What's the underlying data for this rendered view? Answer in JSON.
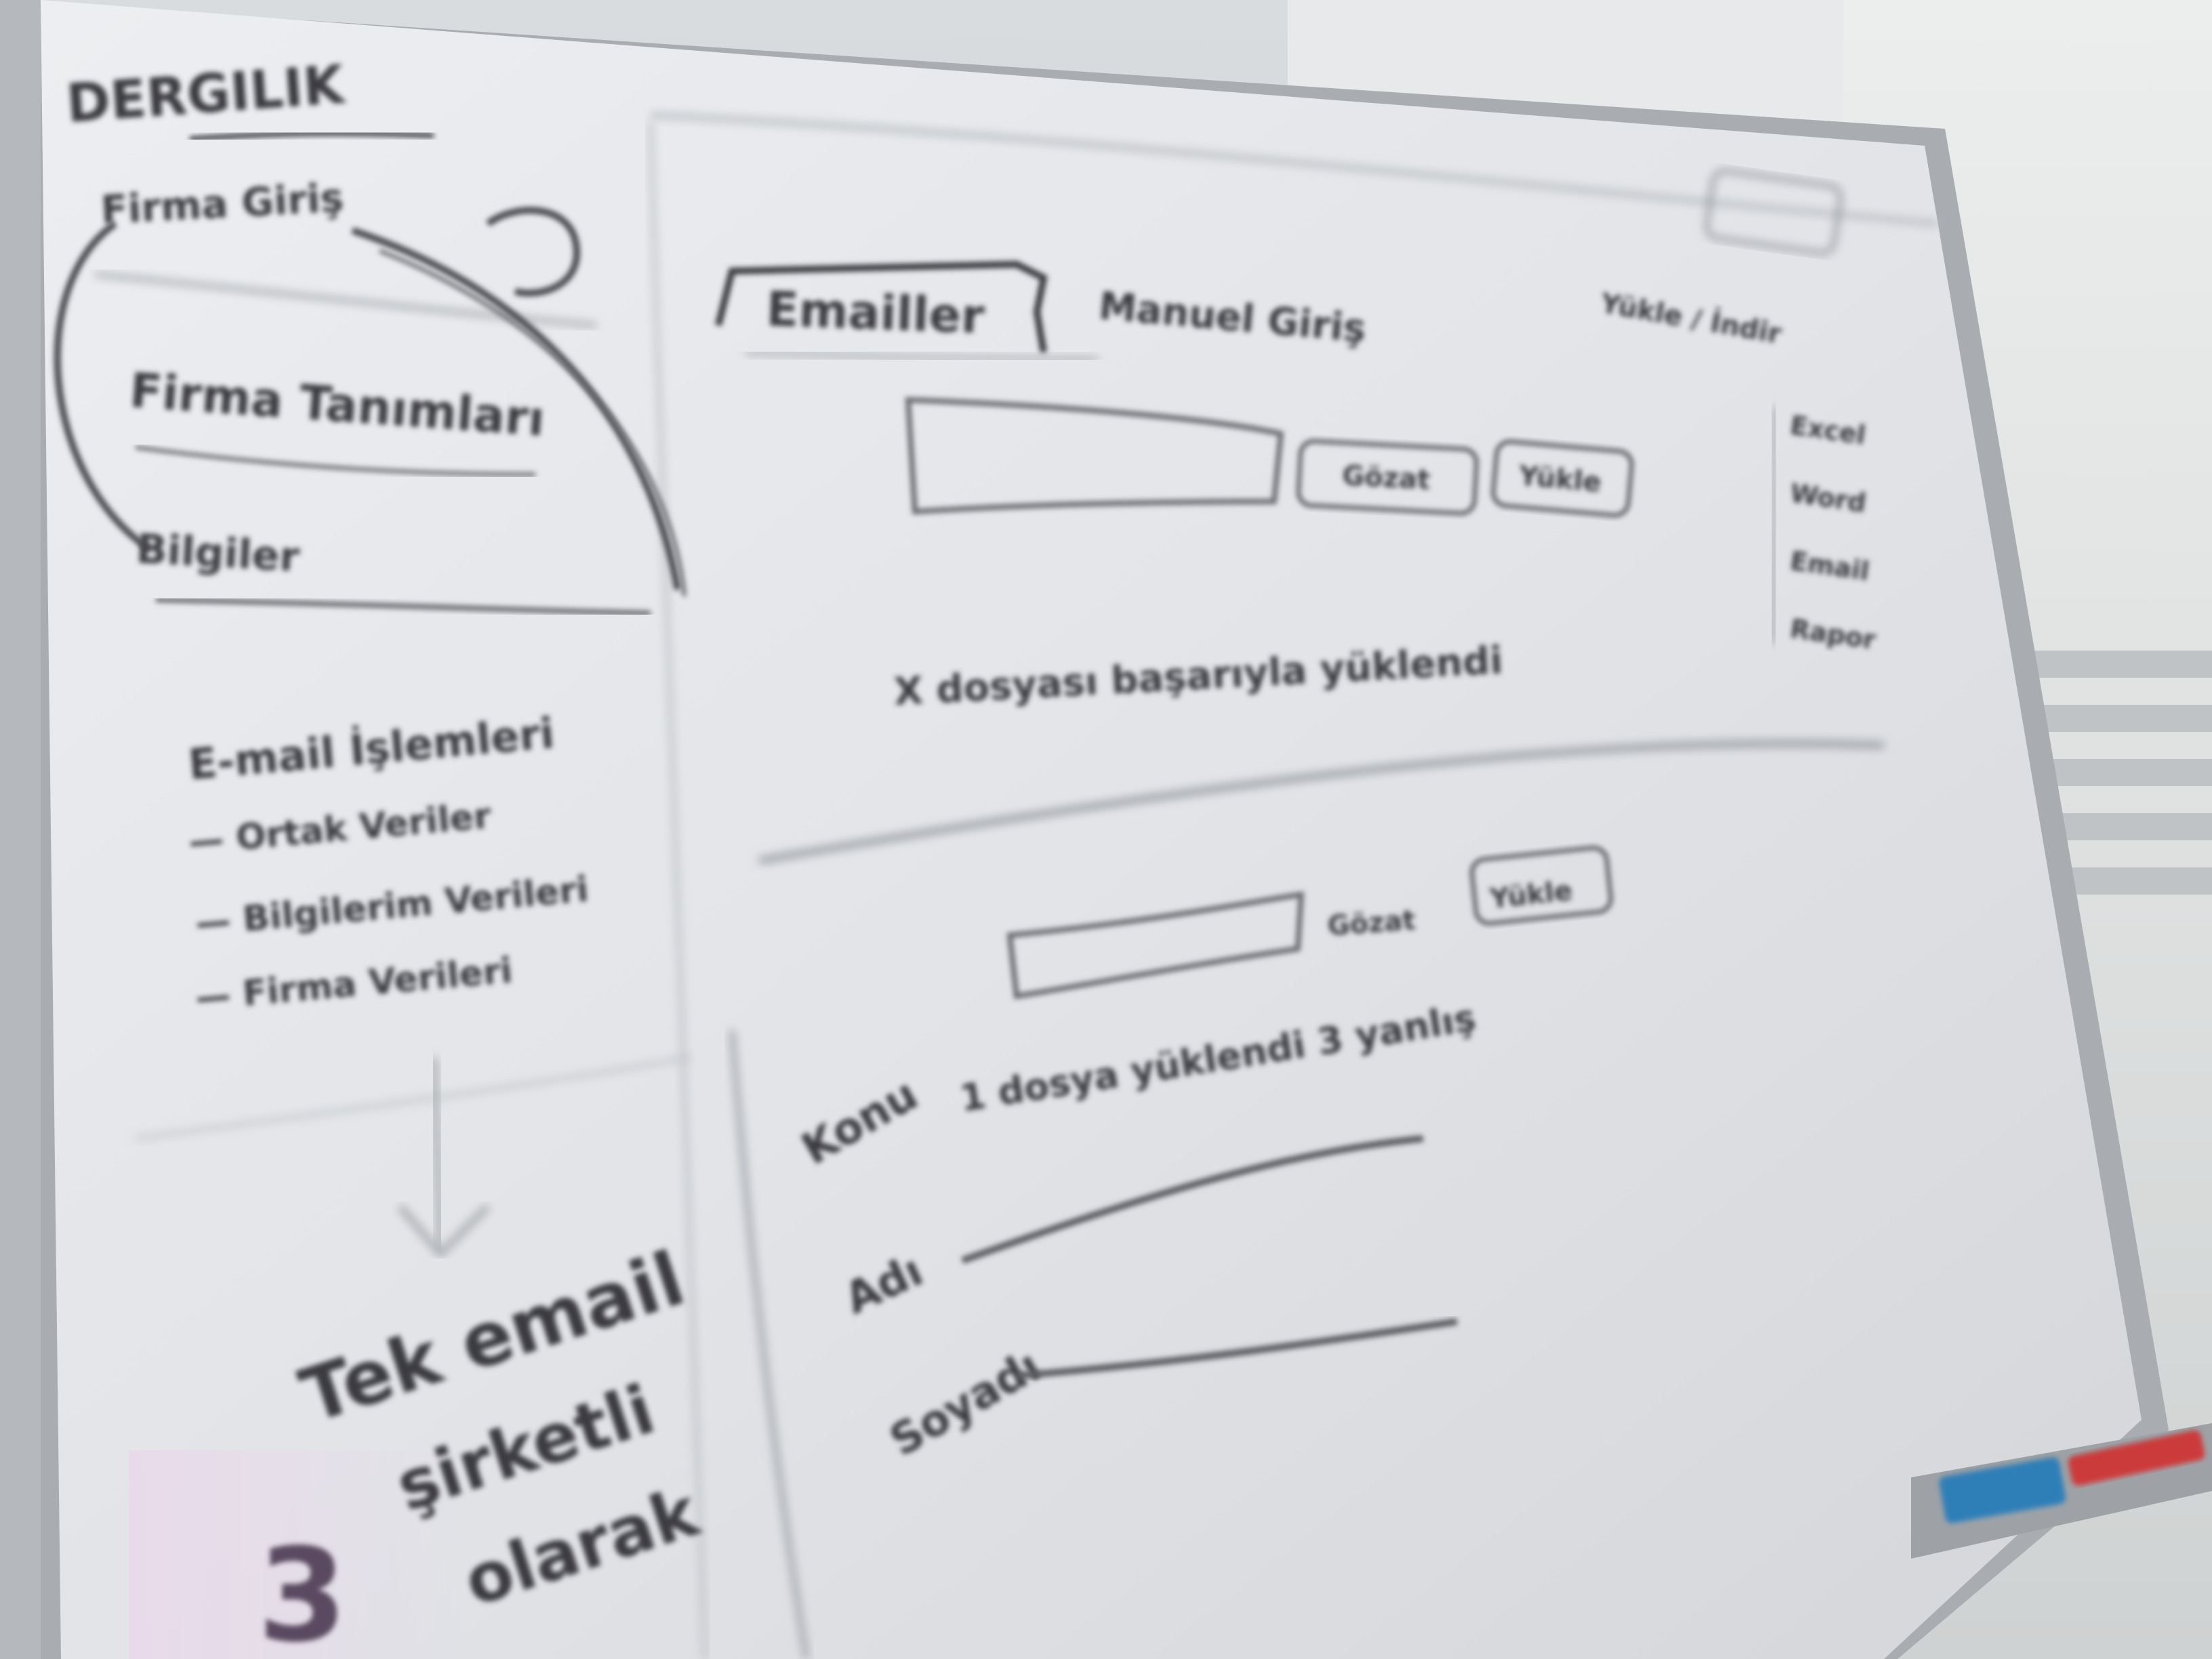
{
  "board": {
    "title": "DERGILIK",
    "sidebar": {
      "item_1": "Firma Giriş",
      "item_2": "Firma Tanımları",
      "item_3": "Bilgiler"
    },
    "email_section": {
      "heading": "E-mail İşlemleri",
      "lines": [
        "— Ortak Veriler",
        "— Bilgilerim Verileri",
        "— Firma Verileri"
      ]
    },
    "bottom_note": {
      "line_1": "Tek email",
      "line_2": "şirketli",
      "line_3": "olarak",
      "number": "3"
    },
    "tabs": {
      "tab_1": "Emailler",
      "tab_2": "Manuel Giriş"
    },
    "top_right_note": "Yükle / İndir",
    "buttons": {
      "button_1": "Gözat",
      "button_2": "Yükle",
      "button_3": "Gözat",
      "button_4": "Yükle"
    },
    "checklist": [
      "Excel",
      "Word",
      "Email",
      "Rapor"
    ],
    "middle_note": "X dosyası başarıyla yüklendi",
    "lower_note": "1 dosya yüklendi 3 yanlış",
    "form_labels": {
      "label_1": "Konu",
      "label_2": "Adı",
      "label_3": "Soyadı"
    },
    "colors": {
      "ink": "#3a3a3f",
      "board": "#e4e6ea",
      "frame": "#a9adb2"
    }
  }
}
